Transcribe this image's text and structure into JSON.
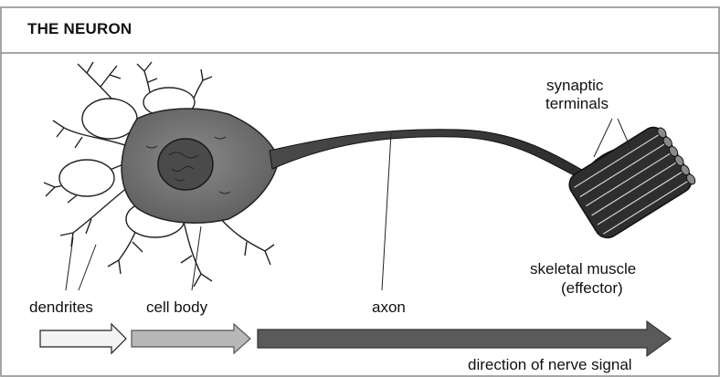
{
  "figure": {
    "title": "THE NEURON"
  },
  "labels": {
    "synaptic_terminals": [
      "synaptic",
      "terminals"
    ],
    "skeletal_muscle": [
      "skeletal muscle",
      "(effector)"
    ],
    "dendrites": "dendrites",
    "cell_body": "cell body",
    "axon": "axon",
    "direction": "direction of nerve signal"
  },
  "colors": {
    "ink": "#111111",
    "cell_body_fill": "#7a7a7a",
    "arrow_light": "#f4f4f4",
    "arrow_mid": "#b8b8b8",
    "arrow_dark": "#5a5a5a"
  }
}
